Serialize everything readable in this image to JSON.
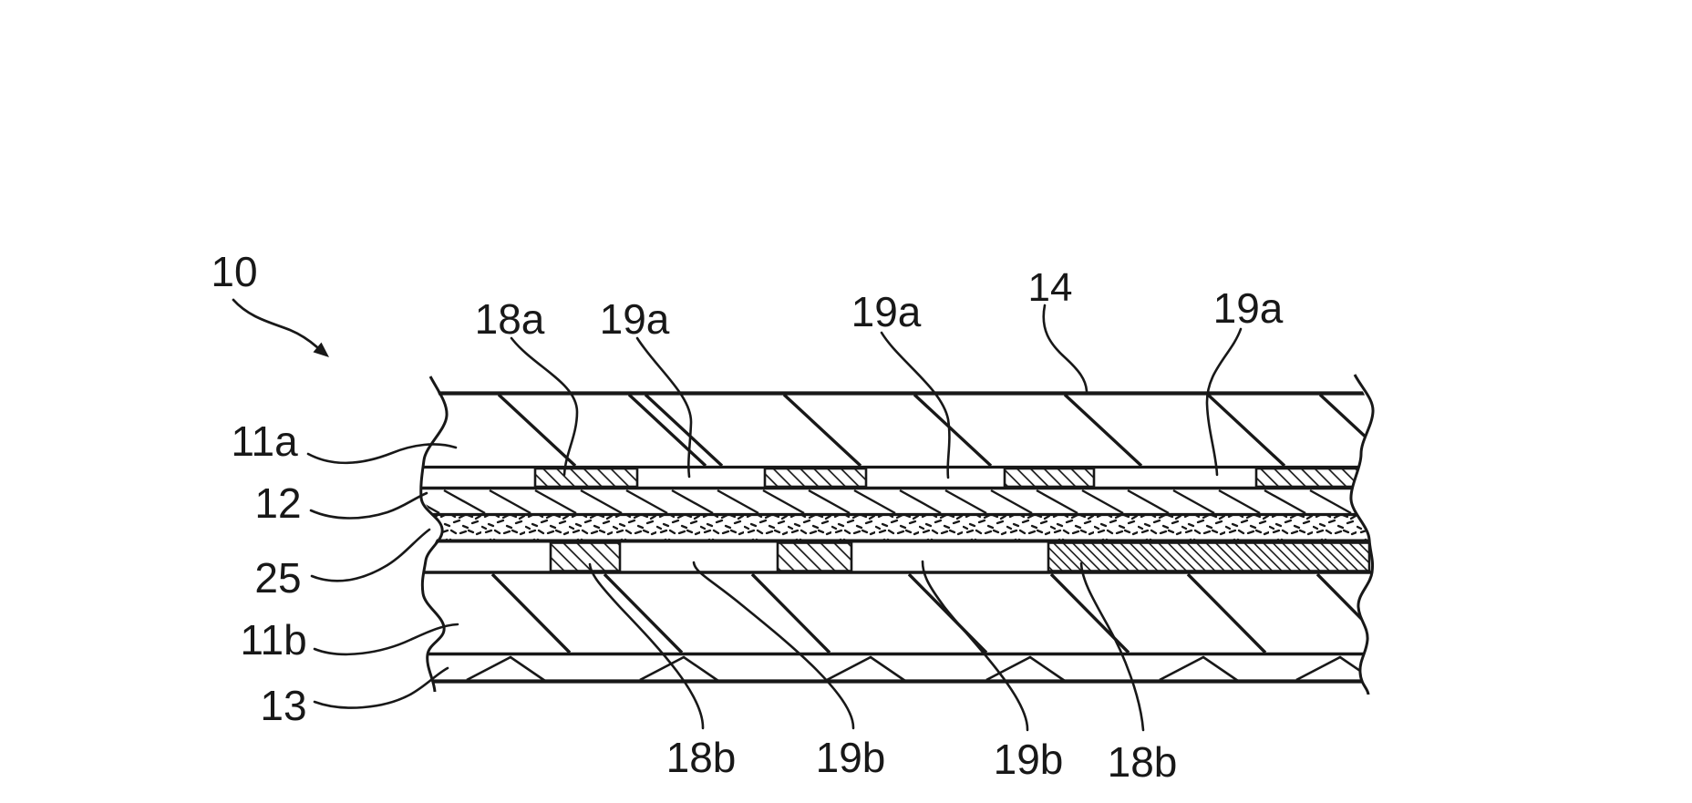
{
  "figure": {
    "kind": "patent-cross-section-diagram",
    "colors": {
      "ink": "#181818",
      "background": "#ffffff"
    },
    "labels": {
      "ref10": "10",
      "l11a": "11a",
      "l12": "12",
      "l25": "25",
      "l11b": "11b",
      "l13": "13",
      "l18a": "18a",
      "l19a_1": "19a",
      "l19a_2": "19a",
      "l14": "14",
      "l19a_3": "19a",
      "l18b_1": "18b",
      "l19b_1": "19b",
      "l19b_2": "19b",
      "l18b_2": "18b"
    }
  }
}
